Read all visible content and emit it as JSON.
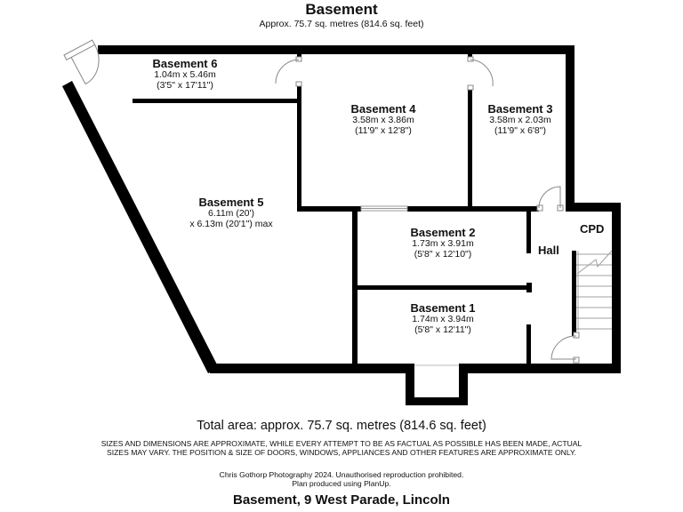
{
  "header": {
    "title": "Basement",
    "subtitle": "Approx. 75.7 sq. metres (814.6 sq. feet)"
  },
  "rooms": [
    {
      "id": "basement-6",
      "name": "Basement 6",
      "dim_metric": "1.04m x 5.46m",
      "dim_imperial": "(3'5\" x 17'11\")"
    },
    {
      "id": "basement-4",
      "name": "Basement 4",
      "dim_metric": "3.58m x 3.86m",
      "dim_imperial": "(11'9\" x 12'8\")"
    },
    {
      "id": "basement-3",
      "name": "Basement 3",
      "dim_metric": "3.58m x 2.03m",
      "dim_imperial": "(11'9\" x 6'8\")"
    },
    {
      "id": "basement-5",
      "name": "Basement 5",
      "dim_metric": "6.11m (20')",
      "dim_imperial": "x 6.13m (20'1\") max"
    },
    {
      "id": "basement-2",
      "name": "Basement 2",
      "dim_metric": "1.73m x 3.91m",
      "dim_imperial": "(5'8\" x 12'10\")"
    },
    {
      "id": "basement-1",
      "name": "Basement 1",
      "dim_metric": "1.74m x 3.94m",
      "dim_imperial": "(5'8\" x 12'11\")"
    }
  ],
  "labels": {
    "hall": "Hall",
    "cpd": "CPD"
  },
  "colors": {
    "wall": "#000000",
    "fixture_line": "#9a9a9a",
    "background": "#ffffff"
  },
  "footer": {
    "total_area": "Total area: approx. 75.7 sq. metres (814.6 sq. feet)",
    "disclaimer": "SIZES AND DIMENSIONS ARE APPROXIMATE, WHILE EVERY ATTEMPT TO BE AS FACTUAL AS POSSIBLE HAS BEEN MADE, ACTUAL SIZES MAY VARY. THE POSITION & SIZE OF DOORS, WINDOWS, APPLIANCES AND OTHER FEATURES ARE APPROXIMATE ONLY.",
    "credit_line1": "Chris Gothorp Photography 2024. Unauthorised reproduction prohibited.",
    "credit_line2": "Plan produced using PlanUp.",
    "address": "Basement, 9 West Parade, Lincoln"
  }
}
